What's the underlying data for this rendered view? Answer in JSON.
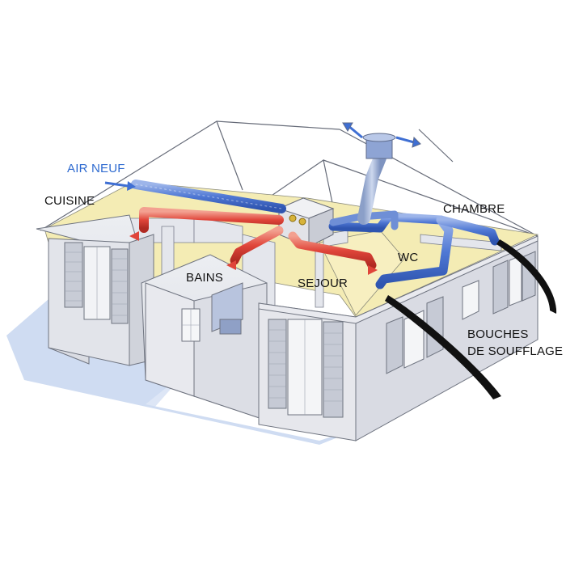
{
  "labels": {
    "air_neuf": "AIR NEUF",
    "cuisine": "CUISINE",
    "chambre": "CHAMBRE",
    "bains": "BAINS",
    "sejour": "SEJOUR",
    "wc": "WC",
    "bouches_line1": "BOUCHES",
    "bouches_line2": "DE SOUFFLAGE"
  },
  "colors": {
    "fresh_air_duct": "#4f78d4",
    "warm_air_duct": "#e0453a",
    "extract_duct": "#8fa7cf",
    "wall": "#e6e7ec",
    "floor": "#f4ecb4",
    "shadow": "#cdd9ef"
  },
  "icons": {
    "fan_unit": "roof-extractor-icon",
    "heat_exchanger": "heat-exchanger-box-icon"
  }
}
